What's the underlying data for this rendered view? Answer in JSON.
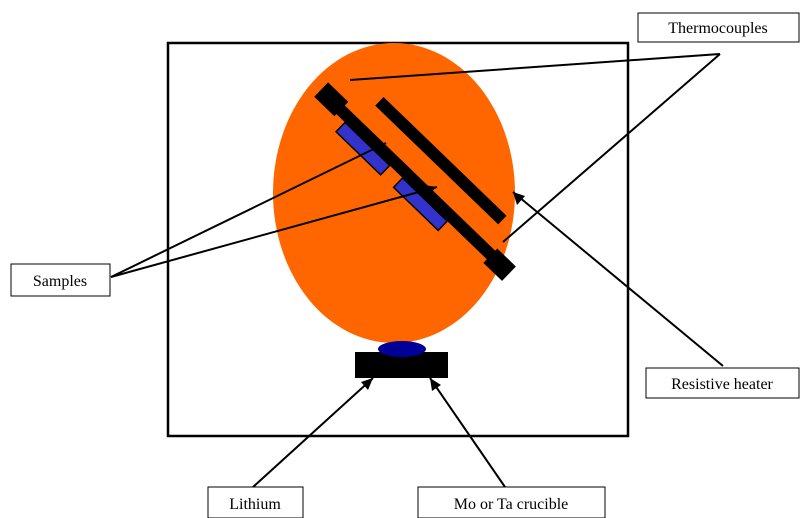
{
  "labels": {
    "thermocouples": "Thermocouples",
    "samples": "Samples",
    "resistive_heater": "Resistive heater",
    "lithium": "Lithium",
    "crucible": "Mo or Ta crucible"
  },
  "colors": {
    "plume": "#FF6600",
    "sample": "#3333CC",
    "lithium": "#000099",
    "hardware": "#000000",
    "frame": "#000000",
    "background": "#FFFFFF"
  }
}
